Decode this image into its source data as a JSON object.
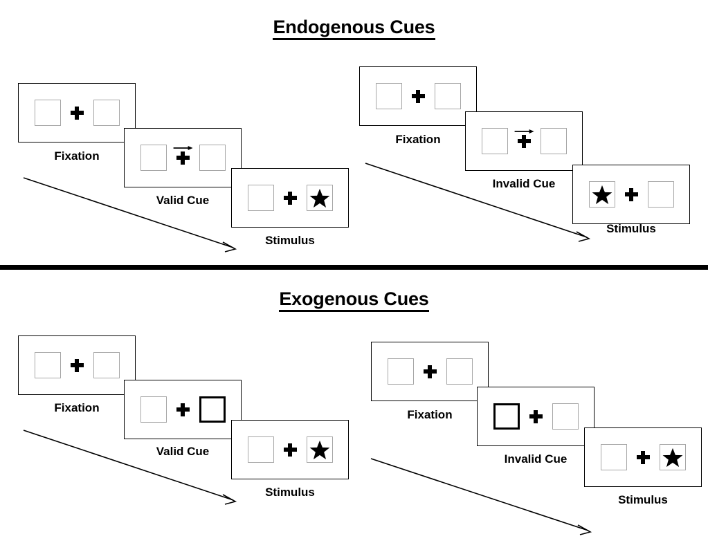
{
  "sections": [
    {
      "id": "endogenous",
      "title": "Endogenous Cues",
      "panels": [
        {
          "id": "endogenous-valid",
          "frames": [
            {
              "caption": "Fixation",
              "cue": "none",
              "cue_side": "none",
              "target_side": "none"
            },
            {
              "caption": "Valid Cue",
              "cue": "arrow-right",
              "cue_side": "right",
              "target_side": "none"
            },
            {
              "caption": "Stimulus",
              "cue": "none",
              "cue_side": "none",
              "target_side": "right"
            }
          ]
        },
        {
          "id": "endogenous-invalid",
          "frames": [
            {
              "caption": "Fixation",
              "cue": "none",
              "cue_side": "none",
              "target_side": "none"
            },
            {
              "caption": "Invalid Cue",
              "cue": "arrow-right",
              "cue_side": "right",
              "target_side": "none"
            },
            {
              "caption": "Stimulus",
              "cue": "none",
              "cue_side": "none",
              "target_side": "left"
            }
          ]
        }
      ]
    },
    {
      "id": "exogenous",
      "title": "Exogenous Cues",
      "panels": [
        {
          "id": "exogenous-valid",
          "frames": [
            {
              "caption": "Fixation",
              "cue": "none",
              "cue_side": "none",
              "target_side": "none"
            },
            {
              "caption": "Valid Cue",
              "cue": "box-highlight",
              "cue_side": "right",
              "target_side": "none"
            },
            {
              "caption": "Stimulus",
              "cue": "none",
              "cue_side": "none",
              "target_side": "right"
            }
          ]
        },
        {
          "id": "exogenous-invalid",
          "frames": [
            {
              "caption": "Fixation",
              "cue": "none",
              "cue_side": "none",
              "target_side": "none"
            },
            {
              "caption": "Invalid Cue",
              "cue": "box-highlight",
              "cue_side": "left",
              "target_side": "none"
            },
            {
              "caption": "Stimulus",
              "cue": "none",
              "cue_side": "none",
              "target_side": "right"
            }
          ]
        }
      ]
    }
  ],
  "icons": {
    "fixation_cross": "plus-cross-icon",
    "arrow_cue": "arrow-right-icon",
    "target": "star-icon",
    "flow": "diagonal-arrow-icon"
  },
  "colors": {
    "ink": "#000000",
    "box_border": "#a6a6a6",
    "cued_border": "#000000",
    "background": "#ffffff"
  }
}
